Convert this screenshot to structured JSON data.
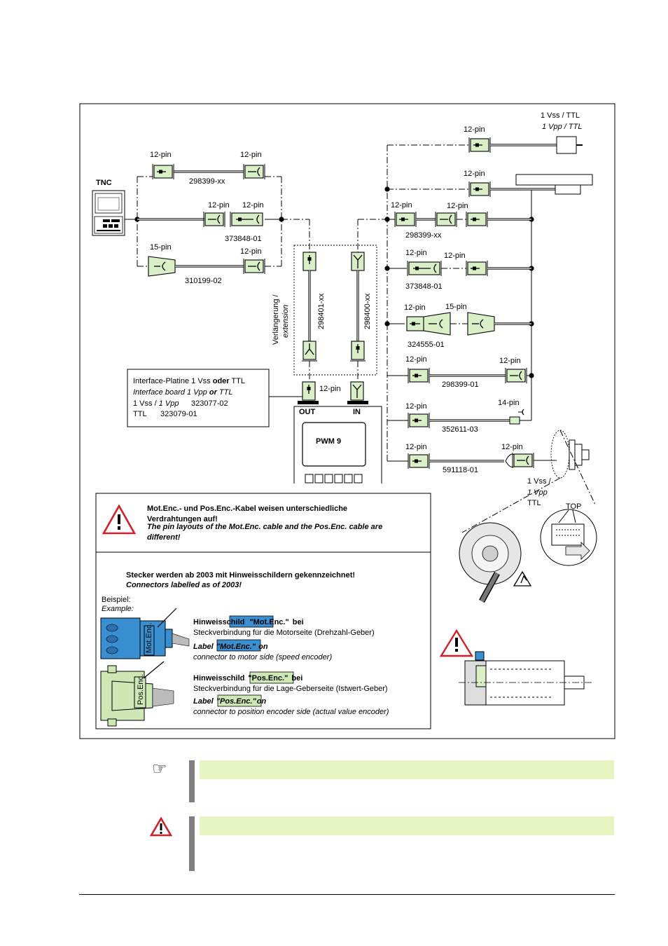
{
  "tnc": {
    "label": "TNC"
  },
  "pwm": {
    "label": "PWM 9",
    "out_label": "OUT",
    "in_label": "IN",
    "pin_label": "12-pin"
  },
  "left_cables": [
    {
      "pin_a": "12-pin",
      "pin_b": "12-pin",
      "part": "298399-xx"
    },
    {
      "pin_a": "12-pin",
      "pin_b": "12-pin",
      "part": "373848-01"
    },
    {
      "pin_a": "15-pin",
      "pin_b": "12-pin",
      "part": "310199-02"
    }
  ],
  "extension": {
    "label_de": "Verlängerung /",
    "label_en": "extension",
    "part_out": "298401-xx",
    "part_in": "298400-xx"
  },
  "interface_box": {
    "line1_a": "Interface-Platine 1 Vss ",
    "line1_b": "oder",
    "line1_c": " TTL",
    "line2_a": "Interface board 1 Vpp ",
    "line2_b": "or",
    "line2_c": " TTL",
    "line3_a": "1 Vss / ",
    "line3_b": "1 Vpp",
    "line3_c": "323077-02",
    "line4_a": "TTL",
    "line4_c": "323079-01"
  },
  "right_cables": [
    {
      "pin_a": "12-pin",
      "signal_a": "1 Vss / TTL",
      "signal_b": "1 Vpp / TTL"
    },
    {
      "pin_a": "12-pin"
    },
    {
      "pin_a": "12-pin",
      "pin_b": "12-pin",
      "part": "298399-xx"
    },
    {
      "pin_a": "12-pin",
      "pin_b": "12-pin",
      "part": "373848-01"
    },
    {
      "pin_a": "12-pin",
      "pin_b": "15-pin",
      "part": "324555-01"
    },
    {
      "pin_a": "12-pin",
      "pin_b": "12-pin",
      "part": "298399-01"
    },
    {
      "pin_a": "12-pin",
      "pin_b": "14-pin",
      "part": "352611-03"
    },
    {
      "pin_a": "12-pin",
      "pin_b": "12-pin",
      "part": "591118-01",
      "signal_a": "1 Vss /",
      "signal_b": "1 Vpp",
      "signal_c": "TTL",
      "top": "TOP"
    }
  ],
  "warning_box": {
    "line1_de": "Mot.Enc.- und Pos.Enc.-Kabel weisen unterschiedliche",
    "line2_de": "Verdrahtungen auf!",
    "line1_en": "The pin layouts of the Mot.Enc. cable and the Pos.Enc. cable are",
    "line2_en": "different!"
  },
  "label_box": {
    "title_de": "Stecker werden ab 2003 mit Hinweisschildern gekennzeichnet!",
    "title_en": "Connectors labelled as of 2003!",
    "example_de": "Beispiel:",
    "example_en": "Example:",
    "mot": {
      "prefix_de": "Hinweisschild ",
      "tag": "\"Mot.Enc.\"",
      "suffix_de": " bei",
      "line2_de": "Steckverbindung für die Motorseite (Drehzahl-Geber)",
      "prefix_en": "Label ",
      "suffix_en": " on",
      "line2_en": "connector to motor side (speed encoder)",
      "plug_text": "Mot.Enc."
    },
    "pos": {
      "prefix_de": "Hinweisschild ",
      "tag": "\"Pos.Enc.\"",
      "suffix_de": " bei",
      "line2_de": "Steckverbindung für die Lage-Geberseite (Istwert-Geber)",
      "prefix_en": "Label ",
      "suffix_en": "on",
      "line2_en": "connector to position encoder side (actual value encoder)",
      "plug_text": "Pos.Enc."
    }
  },
  "colors": {
    "connector_green": "#d9efc7",
    "mot_label_blue": "#3a8fd0",
    "pos_label_green": "#cde8b5",
    "note_bar": "#e6f5bf",
    "warning_red": "#d0202a"
  },
  "icons": {
    "note": "pointing-hand-icon",
    "warning": "warning-triangle-icon"
  }
}
